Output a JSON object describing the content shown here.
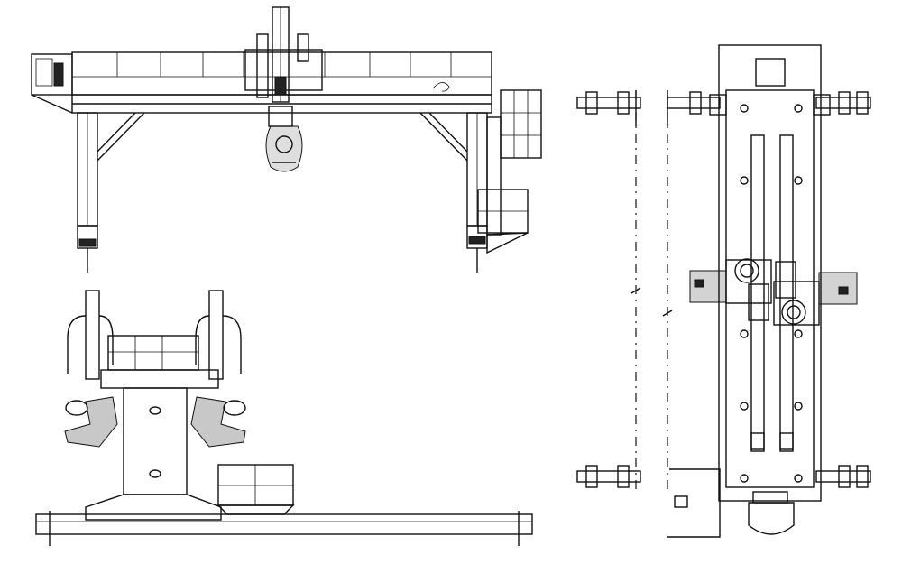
{
  "drawing": {
    "views": [
      "front-elevation",
      "side-elevation",
      "plan-view"
    ],
    "colors": {
      "line": "#111111",
      "background": "#ffffff"
    }
  }
}
